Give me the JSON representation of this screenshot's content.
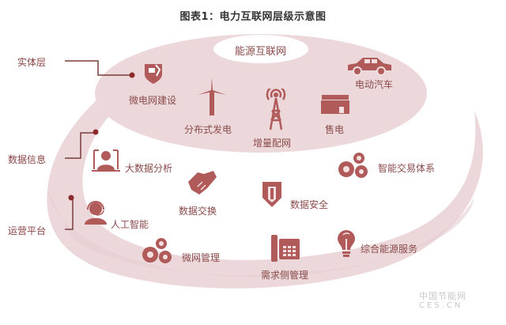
{
  "title": "图表1：电力互联网层级示意图",
  "colors": {
    "band": "#ecd8da",
    "band_edge": "#e2c9cc",
    "icon": "#b05a5a",
    "text": "#8a4a4a",
    "connector": "#7a3b3b",
    "dot": "#8b2a2a"
  },
  "top_label": "能源互联网",
  "layers": [
    {
      "name": "实体层"
    },
    {
      "name": "数据信息"
    },
    {
      "name": "运营平台"
    }
  ],
  "physical_layer": [
    {
      "label": "微电网建设",
      "icon": "shield-map-icon"
    },
    {
      "label": "分布式发电",
      "icon": "wind-turbine-icon"
    },
    {
      "label": "增量配网",
      "icon": "signal-tower-icon"
    },
    {
      "label": "售电",
      "icon": "building-icon"
    },
    {
      "label": "电动汽车",
      "icon": "car-icon"
    }
  ],
  "data_layer": [
    {
      "label": "大数据分析",
      "icon": "user-monitor-icon"
    },
    {
      "label": "数据交换",
      "icon": "handshake-icon"
    },
    {
      "label": "数据安全",
      "icon": "shield-icon"
    },
    {
      "label": "智能交易体系",
      "icon": "gears-icon"
    }
  ],
  "platform_layer": [
    {
      "label": "人工智能",
      "icon": "headset-user-icon"
    },
    {
      "label": "微网管理",
      "icon": "gears-icon"
    },
    {
      "label": "需求侧管理",
      "icon": "telephone-icon"
    },
    {
      "label": "综合能源服务",
      "icon": "lightbulb-icon"
    }
  ],
  "watermark": {
    "cn": "中国节能网",
    "en": "CES.CN"
  }
}
